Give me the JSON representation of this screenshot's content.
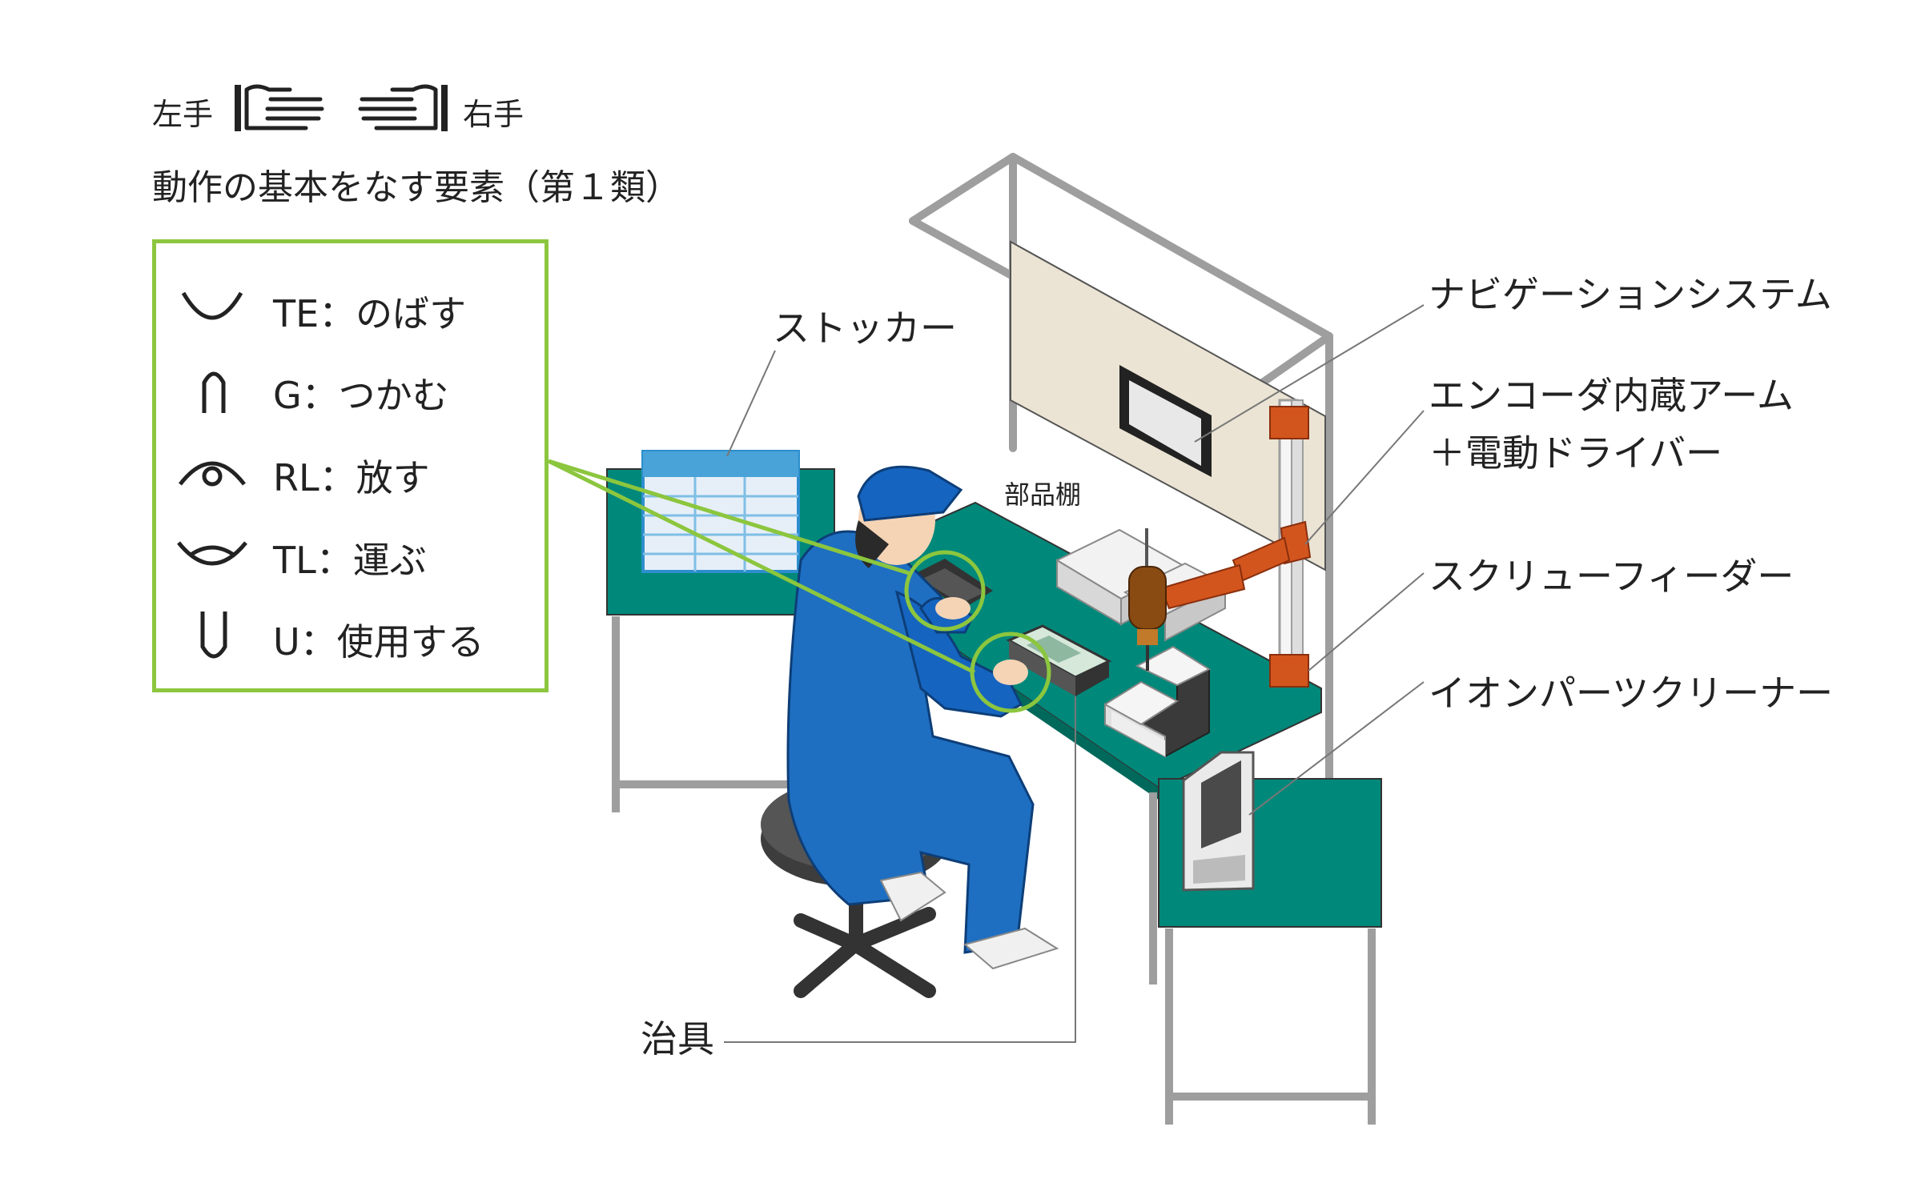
{
  "header": {
    "left_hand": "左手",
    "right_hand": "右手",
    "subtitle": "動作の基本をなす要素（第１類）"
  },
  "legend": {
    "items": [
      {
        "code": "TE",
        "sep": "：",
        "text": "のばす",
        "icon": "te-reach-icon"
      },
      {
        "code": "G",
        "sep": "：",
        "text": "つかむ",
        "icon": "g-grasp-icon"
      },
      {
        "code": "RL",
        "sep": "：",
        "text": "放す",
        "icon": "rl-release-icon"
      },
      {
        "code": "TL",
        "sep": "：",
        "text": "運ぶ",
        "icon": "tl-transport-icon"
      },
      {
        "code": "U",
        "sep": "：",
        "text": "使用する",
        "icon": "u-use-icon"
      }
    ]
  },
  "callouts": {
    "stocker": "ストッカー",
    "parts_shelf": "部品棚",
    "jig": "治具",
    "navigation": "ナビゲーションシステム",
    "arm_line1": "エンコーダ内蔵アーム",
    "arm_line2": "＋電動ドライバー",
    "screw_feeder": "スクリューフィーダー",
    "ion_cleaner": "イオンパーツクリーナー"
  },
  "colors": {
    "accent_green": "#8cc63f",
    "table_teal": "#00897b",
    "worker_blue": "#1565c0",
    "arm_orange": "#d2551e",
    "panel_beige": "#ebe3d3"
  }
}
